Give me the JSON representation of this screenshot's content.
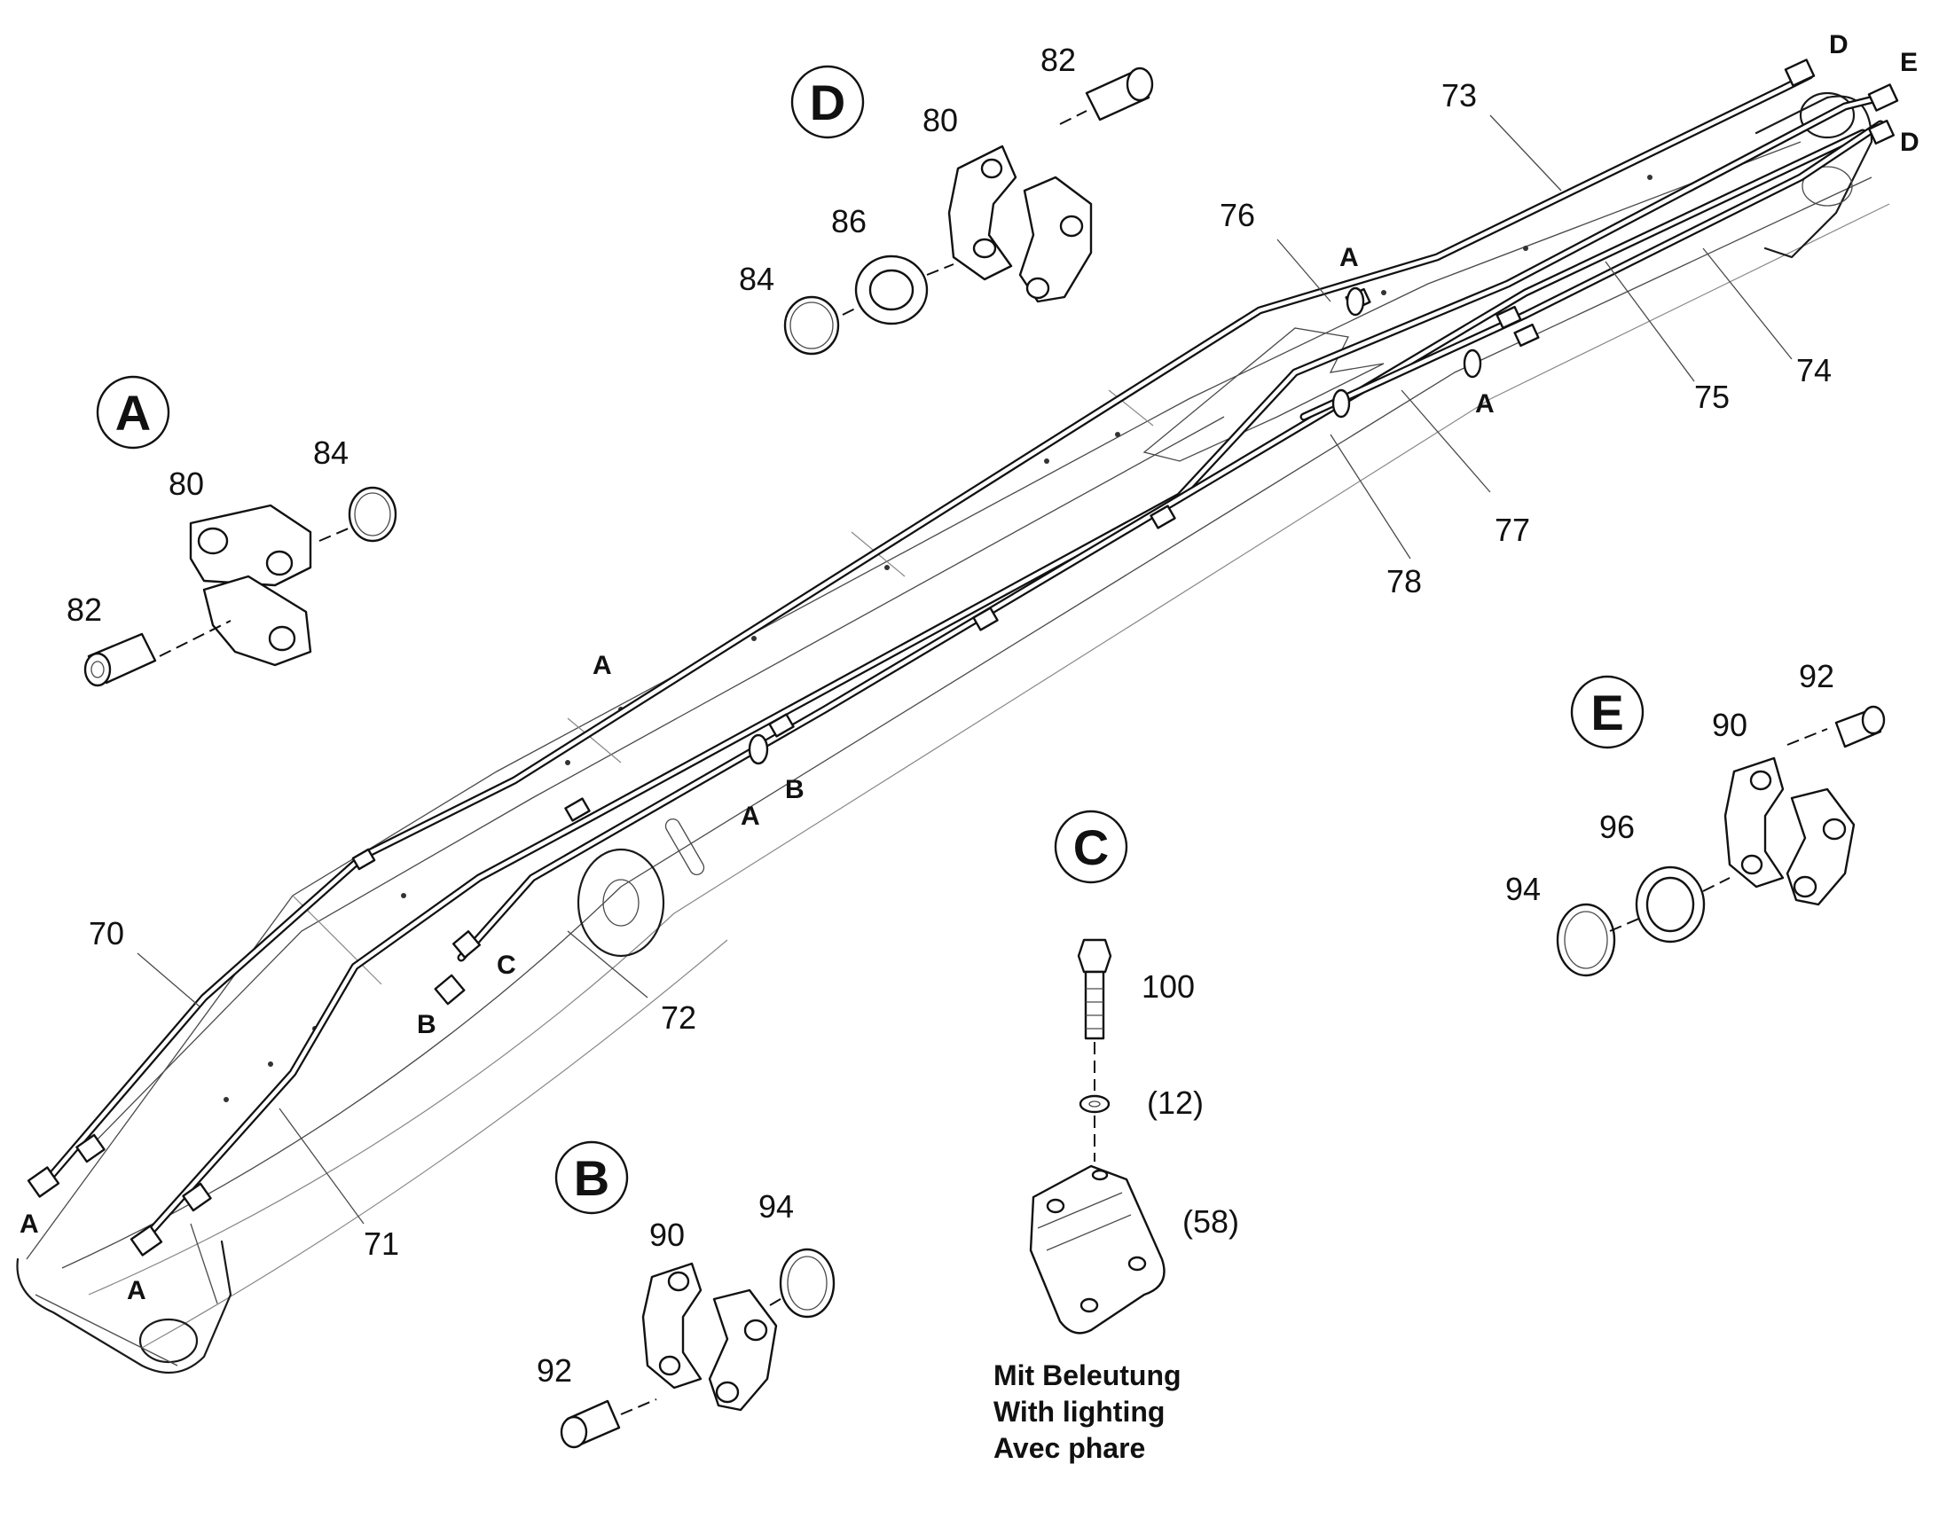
{
  "detail_labels": {
    "a": "A",
    "b": "B",
    "c": "C",
    "d": "D",
    "e": "E"
  },
  "markers": {
    "a": "A",
    "b": "B",
    "c": "C",
    "d": "D",
    "e": "E"
  },
  "callouts": {
    "p70": "70",
    "p71": "71",
    "p72": "72",
    "p73": "73",
    "p74": "74",
    "p75": "75",
    "p76": "76",
    "p77": "77",
    "p78": "78",
    "p80": "80",
    "p82": "82",
    "p84": "84",
    "p86": "86",
    "p90": "90",
    "p92": "92",
    "p94": "94",
    "p96": "96",
    "p100": "100",
    "p12": "(12)",
    "p58": "(58)"
  },
  "lighting_note": {
    "de": "Mit Beleutung",
    "en": "With lighting",
    "fr": "Avec phare"
  }
}
